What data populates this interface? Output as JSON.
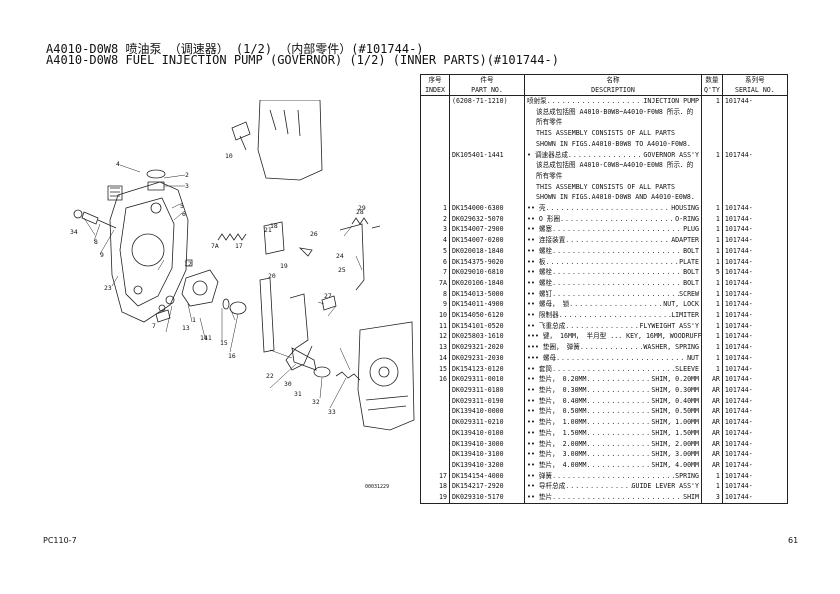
{
  "title_line1": "A4010-D0W8 喷油泵 （调速器） (1/2) （内部零件）(#101744-)",
  "title_line2": "A4010-D0W8 FUEL INJECTION PUMP (GOVERNOR) (1/2) (INNER PARTS)(#101744-)",
  "figure_code": "00031229",
  "footer_model": "PC110-7",
  "footer_page": "61",
  "headers": {
    "index_cn": "序号",
    "index_en": "INDEX",
    "part_cn": "件号",
    "part_en": "PART NO.",
    "desc_cn": "名称",
    "desc_en": "DESCRIPTION",
    "qty_cn": "数量",
    "qty_en": "Q'TY",
    "serial_cn": "系列号",
    "serial_en": "SERIAL NO."
  },
  "rows": [
    {
      "index": "",
      "part": "(6208-71-1210)",
      "cn": "喷射泵",
      "en": "INJECTION PUMP",
      "qty": "1",
      "serial": "101744-"
    },
    {
      "note": "该总成包括图 A4010-B0W8~A4010-F0W8 所示．的"
    },
    {
      "note": "所有零件"
    },
    {
      "note": "THIS ASSEMBLY CONSISTS OF ALL PARTS"
    },
    {
      "note": "SHOWN IN FIGS.A4010-B0W8 TO A4010-F0W8."
    },
    {
      "index": "",
      "part": "DK105401-1441",
      "cn": "• 调速器总成",
      "en": "GOVERNOR ASS'Y",
      "qty": "1",
      "serial": "101744-"
    },
    {
      "note": "该总成包括图 A4010-C0W8~A4010-E0W8 所示．的"
    },
    {
      "note": "所有零件"
    },
    {
      "note": "THIS ASSEMBLY CONSISTS OF ALL PARTS"
    },
    {
      "note": "SHOWN IN FIGS.A4010-D0W8 AND A4010-E0W8."
    },
    {
      "index": "1",
      "part": "DK154000-6300",
      "cn": "•• 壳",
      "en": "HOUSING",
      "qty": "1",
      "serial": "101744-"
    },
    {
      "index": "2",
      "part": "DK029632-5070",
      "cn": "•• O 形圈",
      "en": "O-RING",
      "qty": "1",
      "serial": "101744-"
    },
    {
      "index": "3",
      "part": "DK154007-2900",
      "cn": "•• 螺塞",
      "en": "PLUG",
      "qty": "1",
      "serial": "101744-"
    },
    {
      "index": "4",
      "part": "DK154007-0200",
      "cn": "•• 连接装置",
      "en": "ADAPTER",
      "qty": "1",
      "serial": "101744-"
    },
    {
      "index": "5",
      "part": "DK020018-1840",
      "cn": "•• 螺栓",
      "en": "BOLT",
      "qty": "1",
      "serial": "101744-"
    },
    {
      "index": "6",
      "part": "DK154375-9020",
      "cn": "•• 板",
      "en": "PLATE",
      "qty": "1",
      "serial": "101744-"
    },
    {
      "index": "7",
      "part": "DK029010-6810",
      "cn": "•• 螺栓",
      "en": "BOLT",
      "qty": "5",
      "serial": "101744-"
    },
    {
      "index": "7A",
      "part": "DK020106-1840",
      "cn": "•• 螺栓",
      "en": "BOLT",
      "qty": "1",
      "serial": "101744-"
    },
    {
      "index": "8",
      "part": "DK154013-5000",
      "cn": "•• 螺钉",
      "en": "SCREW",
      "qty": "1",
      "serial": "101744-"
    },
    {
      "index": "9",
      "part": "DK154011-4900",
      "cn": "•• 螺母， 锁",
      "en": "NUT, LOCK",
      "qty": "1",
      "serial": "101744-"
    },
    {
      "index": "10",
      "part": "DK154050-6120",
      "cn": "•• 限制器",
      "en": "LIMITER",
      "qty": "1",
      "serial": "101744-"
    },
    {
      "index": "11",
      "part": "DK154101-0520",
      "cn": "•• 飞重总成",
      "en": "FLYWEIGHT ASS'Y",
      "qty": "1",
      "serial": "101744-"
    },
    {
      "index": "12",
      "part": "DK025803-1610",
      "cn": "••• 键， 16MM， 半月型 ... KEY, 16MM, WOODRUFF",
      "en": "",
      "qty": "1",
      "serial": "101744-"
    },
    {
      "index": "13",
      "part": "DK029321-2020",
      "cn": "••• 垫圈， 弹簧",
      "en": "WASHER, SPRING",
      "qty": "1",
      "serial": "101744-"
    },
    {
      "index": "14",
      "part": "DK029231-2030",
      "cn": "••• 螺母",
      "en": "NUT",
      "qty": "1",
      "serial": "101744-"
    },
    {
      "index": "15",
      "part": "DK154123-0120",
      "cn": "•• 套筒",
      "en": "SLEEVE",
      "qty": "1",
      "serial": "101744-"
    },
    {
      "index": "16",
      "part": "DK029311-0010",
      "cn": "•• 垫片， 0.20MM",
      "en": "SHIM, 0.20MM",
      "qty": "AR",
      "serial": "101744-"
    },
    {
      "index": "",
      "part": "DK029311-0180",
      "cn": "•• 垫片， 0.30MM",
      "en": "SHIM, 0.30MM",
      "qty": "AR",
      "serial": "101744-"
    },
    {
      "index": "",
      "part": "DK029311-0190",
      "cn": "•• 垫片， 0.40MM",
      "en": "SHIM, 0.40MM",
      "qty": "AR",
      "serial": "101744-"
    },
    {
      "index": "",
      "part": "DK139410-0000",
      "cn": "•• 垫片， 0.50MM",
      "en": "SHIM, 0.50MM",
      "qty": "AR",
      "serial": "101744-"
    },
    {
      "index": "",
      "part": "DK029311-0210",
      "cn": "•• 垫片， 1.00MM",
      "en": "SHIM, 1.00MM",
      "qty": "AR",
      "serial": "101744-"
    },
    {
      "index": "",
      "part": "DK139410-0100",
      "cn": "•• 垫片， 1.50MM",
      "en": "SHIM, 1.50MM",
      "qty": "AR",
      "serial": "101744-"
    },
    {
      "index": "",
      "part": "DK139410-3000",
      "cn": "•• 垫片， 2.00MM",
      "en": "SHIM, 2.00MM",
      "qty": "AR",
      "serial": "101744-"
    },
    {
      "index": "",
      "part": "DK139410-3100",
      "cn": "•• 垫片， 3.00MM",
      "en": "SHIM, 3.00MM",
      "qty": "AR",
      "serial": "101744-"
    },
    {
      "index": "",
      "part": "DK139410-3200",
      "cn": "•• 垫片， 4.00MM",
      "en": "SHIM, 4.00MM",
      "qty": "AR",
      "serial": "101744-"
    },
    {
      "index": "17",
      "part": "DK154154-4000",
      "cn": "•• 弹簧",
      "en": "SPRING",
      "qty": "1",
      "serial": "101744-"
    },
    {
      "index": "18",
      "part": "DK154217-2920",
      "cn": "•• 导杆总成",
      "en": "GUIDE LEVER ASS'Y",
      "qty": "1",
      "serial": "101744-"
    },
    {
      "index": "19",
      "part": "DK029310-5170",
      "cn": "•• 垫片",
      "en": "SHIM",
      "qty": "3",
      "serial": "101744-"
    }
  ],
  "callouts": [
    "1",
    "2",
    "3",
    "4",
    "5",
    "6",
    "7",
    "7A",
    "8",
    "9",
    "10",
    "11",
    "12",
    "13",
    "14",
    "15",
    "16",
    "17",
    "18",
    "19",
    "20",
    "21",
    "22",
    "23",
    "24",
    "25",
    "26",
    "27",
    "28",
    "29",
    "30",
    "31",
    "32",
    "33",
    "34"
  ]
}
